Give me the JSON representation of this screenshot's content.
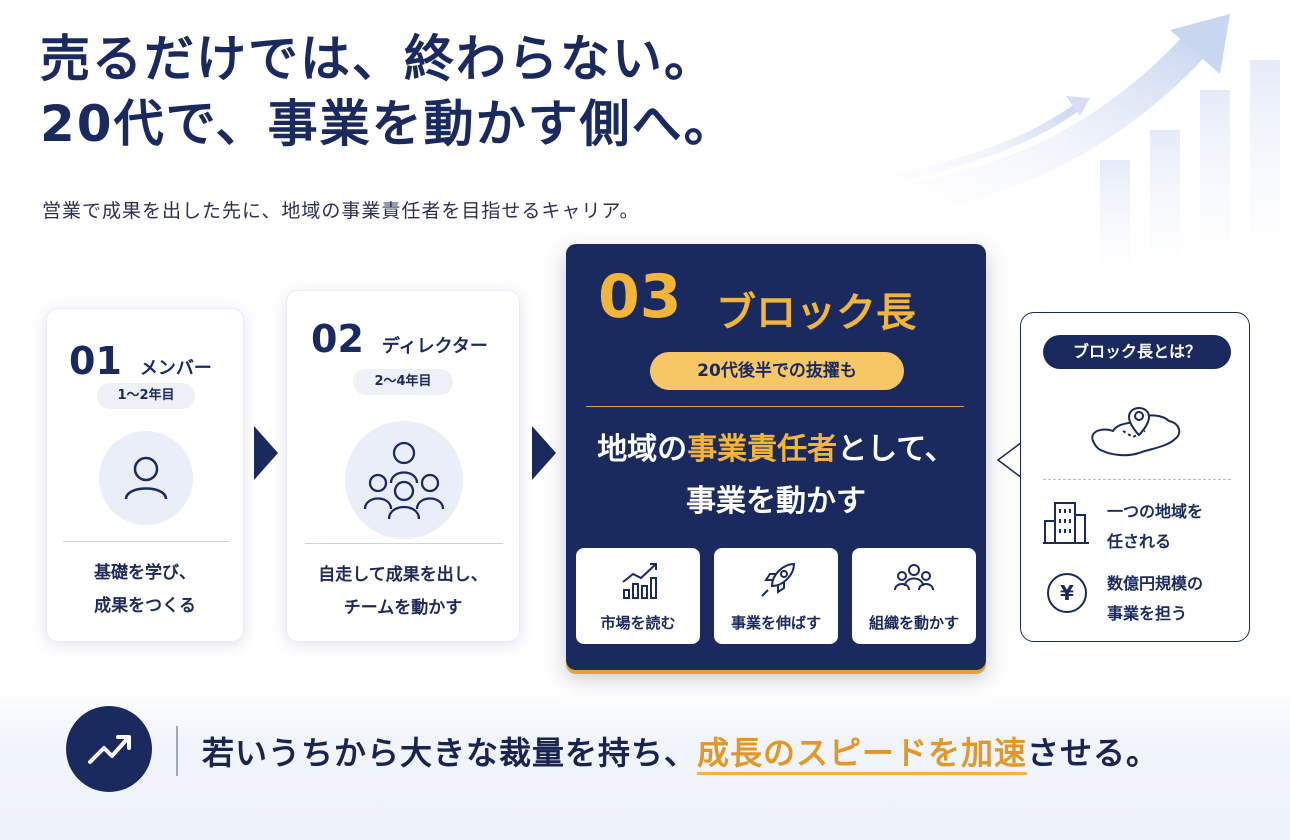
{
  "headline": {
    "line1": "売るだけでは、終わらない。",
    "line2": "20代で、事業を動かす側へ。"
  },
  "subtitle": "営業で成果を出した先に、地域の事業責任者を目指せるキャリア。",
  "steps": [
    {
      "num": "01",
      "title": "メンバー",
      "years": "1〜2年目",
      "icon": "person-icon",
      "text1": "基礎を学び、",
      "text2": "成果をつくる"
    },
    {
      "num": "02",
      "title": "ディレクター",
      "years": "2〜4年目",
      "icon": "team-icon",
      "text1": "自走して成果を出し、",
      "text2": "チームを動かす"
    }
  ],
  "highlight": {
    "num": "03",
    "title": "ブロック長",
    "pill": "20代後半での抜擢も",
    "main_pre": "地域の",
    "main_hl": "事業責任者",
    "main_post": "として、",
    "main_line2": "事業を動かす",
    "features": [
      {
        "label": "市場を読む",
        "icon": "bar-chart-icon"
      },
      {
        "label": "事業を伸ばす",
        "icon": "rocket-icon"
      },
      {
        "label": "組織を動かす",
        "icon": "group-icon"
      }
    ]
  },
  "info": {
    "pill": "ブロック長とは？",
    "map_icon": "map-pin-icon",
    "rows": [
      {
        "icon": "building-icon",
        "line1": "一つの地域を",
        "line2": "任される"
      },
      {
        "icon": "yen-icon",
        "line1": "数億円規模の",
        "line2": "事業を担う"
      }
    ]
  },
  "bottom": {
    "icon": "trend-up-icon",
    "pre": "若いうちから大きな裁量を持ち、",
    "hl": "成長のスピードを加速",
    "post": "させる。"
  },
  "colors": {
    "navy": "#1b2a5e",
    "gold": "#f2b53a",
    "gold_dark": "#e0982a",
    "light": "#e9eef8"
  }
}
